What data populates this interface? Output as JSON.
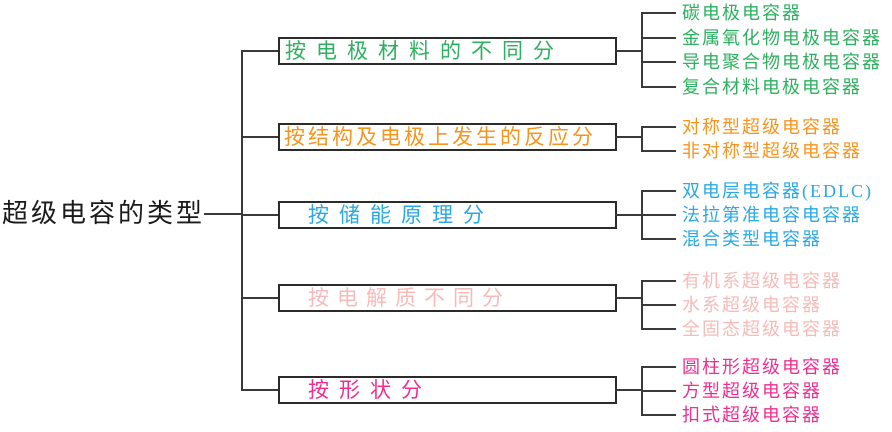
{
  "tree": {
    "root": "超级电容的类型",
    "branches": [
      {
        "label": "按电极材料的不同分",
        "color": "#2db05f",
        "leaves": [
          "碳电极电容器",
          "金属氧化物电极电容器",
          "导电聚合物电极电容器",
          "复合材料电极电容器"
        ]
      },
      {
        "label": "按结构及电极上发生的反应分",
        "color": "#f7941e",
        "leaves": [
          "对称型超级电容器",
          "非对称型超级电容器"
        ]
      },
      {
        "label": "按储能原理分",
        "color": "#29a9e1",
        "leaves": [
          "双电层电容器(EDLC)",
          "法拉第准电容电容器",
          "混合类型电容器"
        ]
      },
      {
        "label": "按电解质不同分",
        "color": "#f6bbb8",
        "leaves": [
          "有机系超级电容器",
          "水系超级电容器",
          "全固态超级电容器"
        ]
      },
      {
        "label": "按形状分",
        "color": "#ee2f91",
        "leaves": [
          "圆柱形超级电容器",
          "方型超级电容器",
          "扣式超级电容器"
        ]
      }
    ]
  },
  "colors": {
    "line": "#3a3a3a",
    "box_border": "#2b2b2b",
    "root_text": "#1a1a1a",
    "background": "#ffffff"
  }
}
